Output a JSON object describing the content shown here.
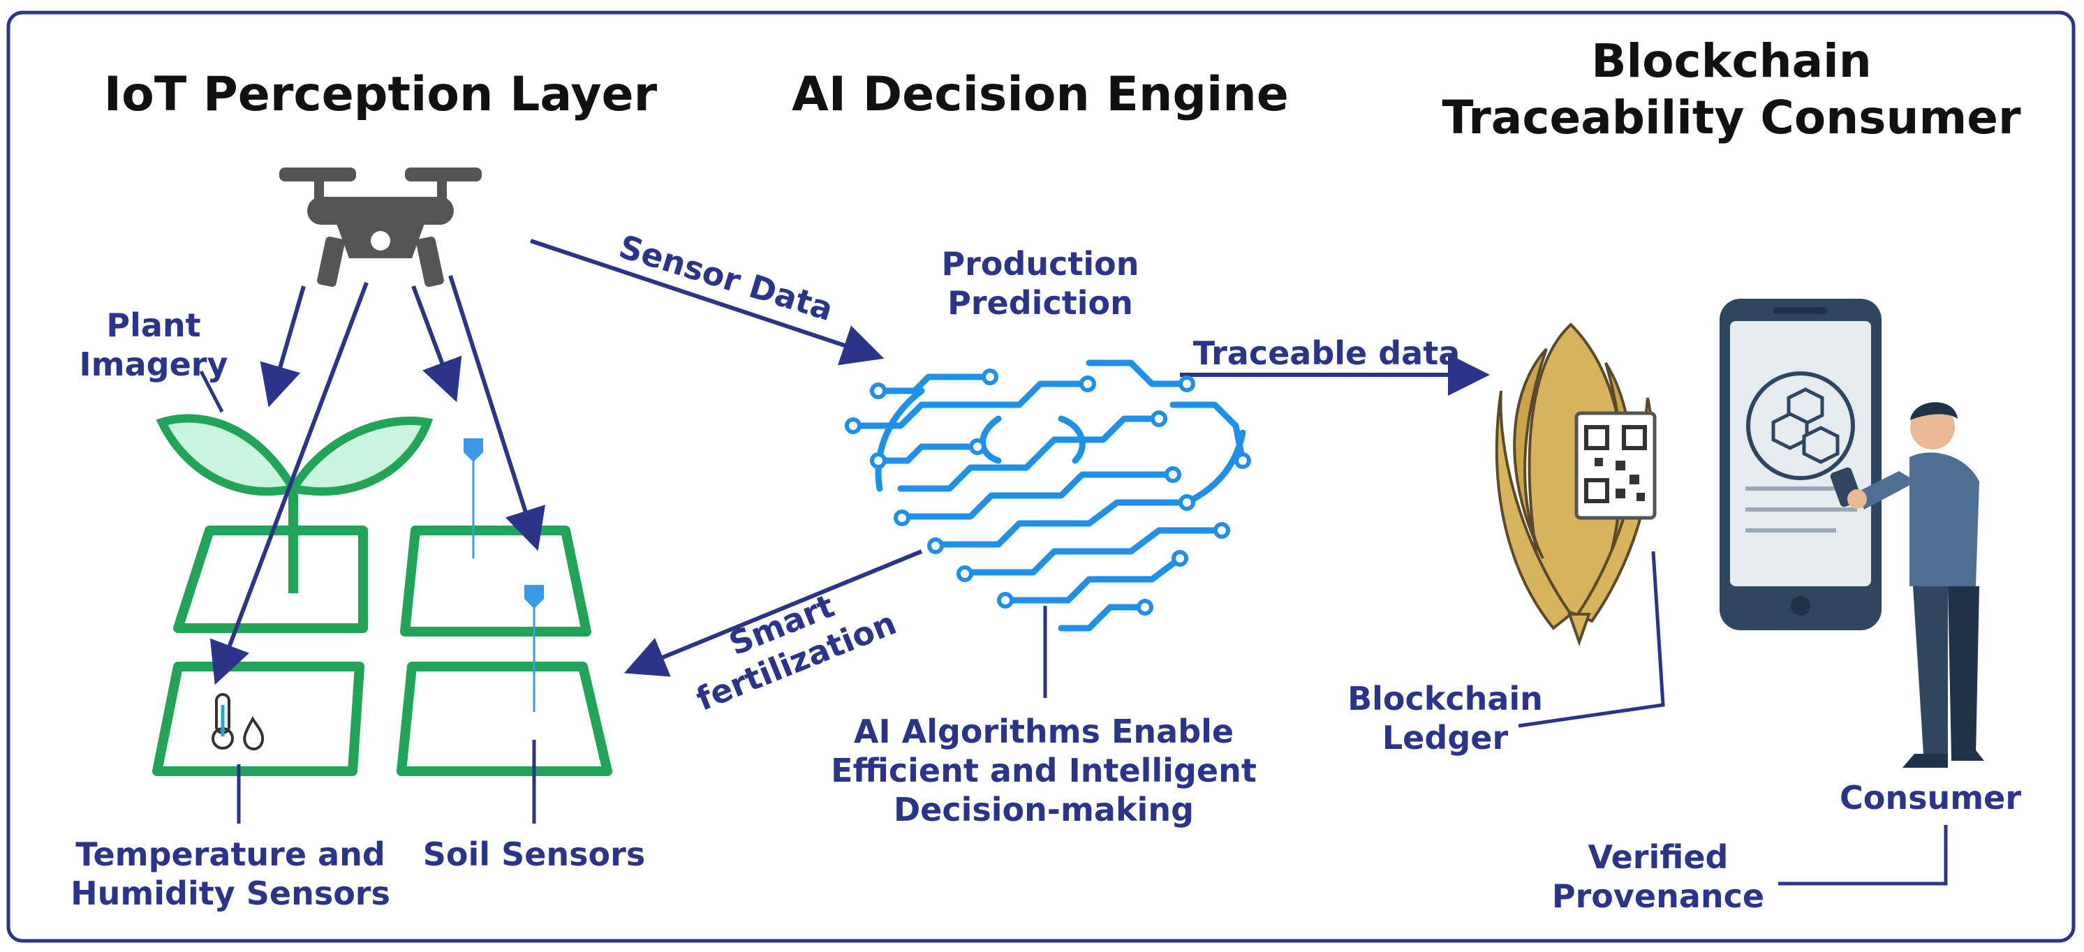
{
  "headings": {
    "iot": "IoT Perception Layer",
    "ai": "AI Decision Engine",
    "blockchain": "Blockchain\nTraceability Consumer"
  },
  "labels": {
    "plant_imagery": "Plant Imagery",
    "sensor_data": "Sensor Data",
    "production_prediction": "Production\nPrediction",
    "traceable_data": "Traceable data",
    "smart_fertilization": "Smart fertilization",
    "ai_algorithms": "AI Algorithms Enable\nEfficient and Intelligent\nDecision-making",
    "temp_humidity": "Temperature and\nHumidity Sensors",
    "soil_sensors": "Soil Sensors",
    "blockchain_ledger": "Blockchain\nLedger",
    "consumer": "Consumer",
    "verified_provenance": "Verified\nProvenance"
  },
  "colors": {
    "label_blue": "#2b3488",
    "field_green": "#22a35a",
    "leaf_fill": "#c8f5dc",
    "circuit_blue": "#1f8fe8",
    "drone_gray": "#555555",
    "corn": "#d6b35c",
    "phone_dark": "#2f4660",
    "heading": "#111111"
  },
  "icons": [
    "drone-icon",
    "plant-icon",
    "thermometer-icon",
    "droplet-icon",
    "soil-probe-icon",
    "circuit-brain-icon",
    "corn-icon",
    "qr-code-icon",
    "smartphone-icon",
    "blocks-icon",
    "person-icon"
  ]
}
